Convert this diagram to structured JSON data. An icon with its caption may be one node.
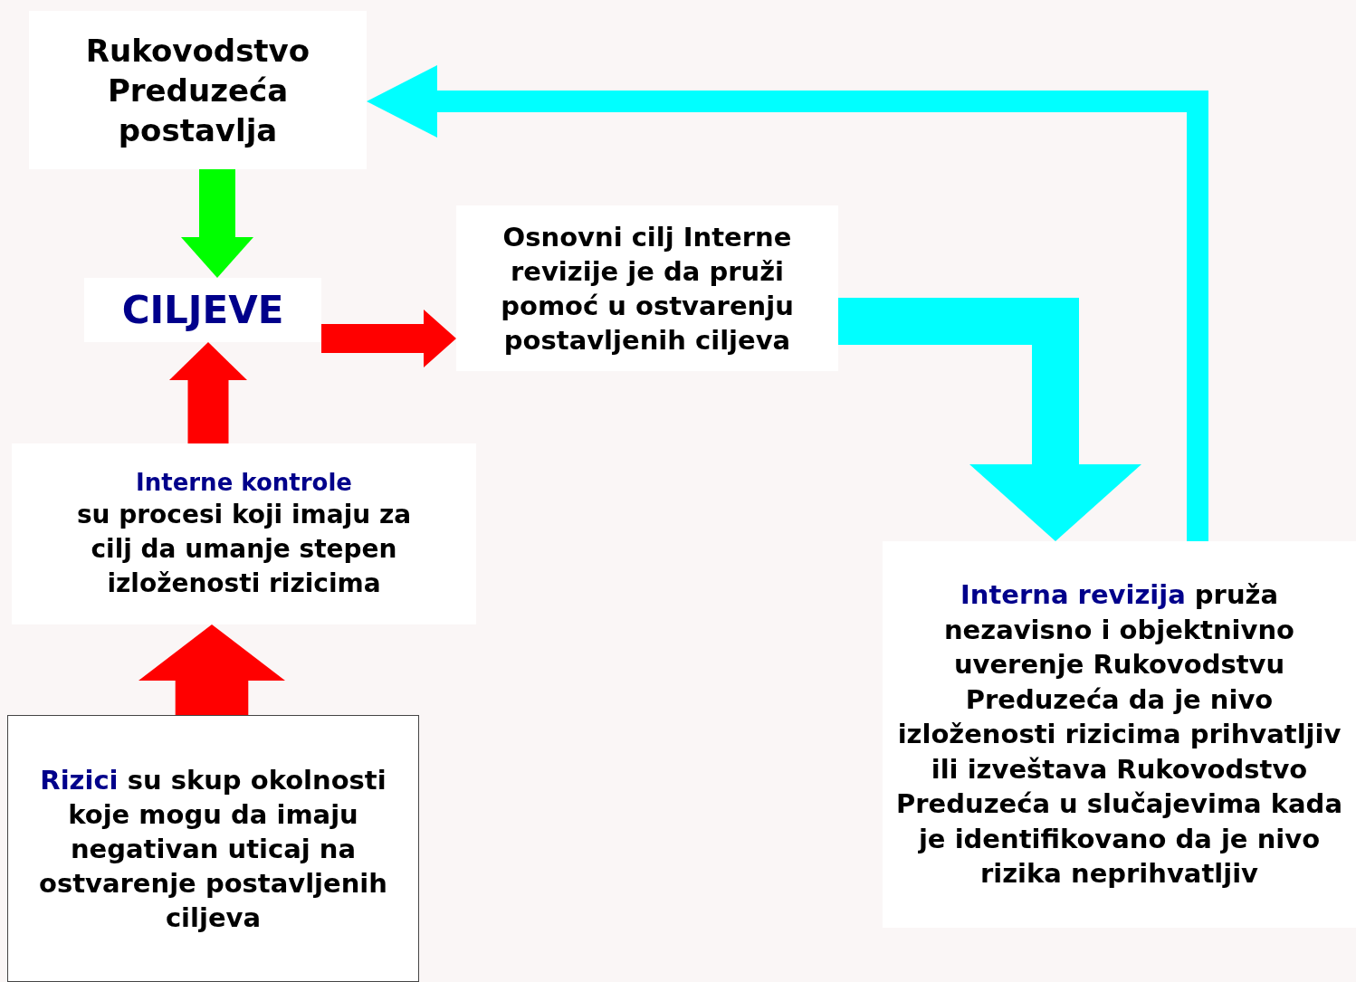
{
  "diagram": {
    "nodes": [
      {
        "text": [
          "Rukovodstvo Preduzeća postavlja"
        ]
      },
      {
        "text": [
          "CILJEVE"
        ]
      },
      {
        "text": [
          "Osnovni cilj Interne revizije je da pruži pomoć u ostvarenju postavljenih ciljeva"
        ]
      },
      {
        "text": [
          "Interne kontrole",
          "su procesi koji imaju za cilj da umanje stepen izloženosti rizicima"
        ]
      },
      {
        "text": [
          "Rizici",
          "su skup okolnosti koje mogu da imaju negativan uticaj na ostvarenje postavljenih ciljeva"
        ]
      },
      {
        "text": [
          "Interna revizija",
          "pruža nezavisno i objektnivno uverenje Rukovodstvu Preduzeća da je nivo izloženosti rizicima prihvatljiv ili izveštava Rukovodstvo Preduzeća u slučajevima kada je identifikovano da je nivo rizika neprihvatljiv"
        ]
      }
    ],
    "edges": [
      {
        "from": 0,
        "to": 1,
        "arrow": "to",
        "color": "#00ff00"
      },
      {
        "from": 3,
        "to": 1,
        "arrow": "to"
      },
      {
        "from": 4,
        "to": 3,
        "arrow": "to",
        "style": "thick"
      },
      {
        "from": 1,
        "to": 2,
        "arrow": "to"
      },
      {
        "from": 2,
        "to": 5,
        "arrow": "to",
        "color": "#00ffff"
      },
      {
        "from": 5,
        "to": 0,
        "arrow": "to",
        "color": "#00ffff"
      }
    ]
  }
}
